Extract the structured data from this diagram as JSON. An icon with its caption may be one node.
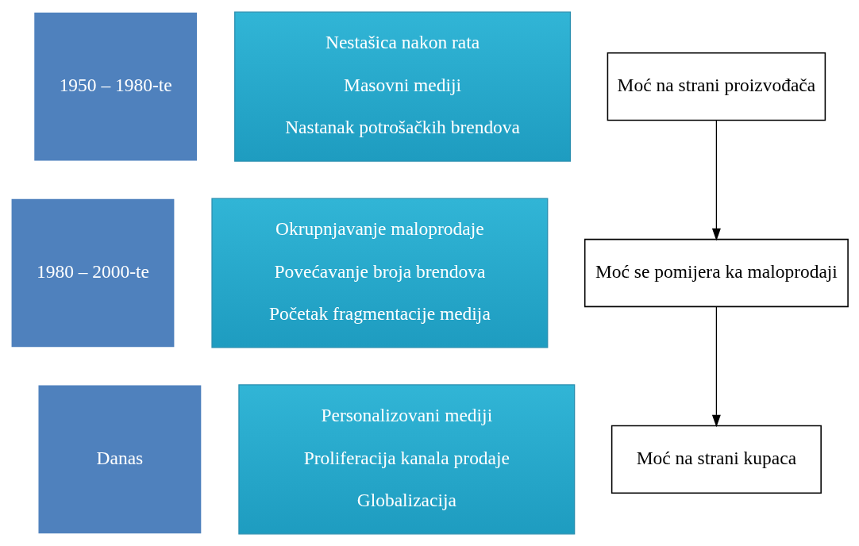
{
  "diagram": {
    "nodes": [
      {
        "text": [
          "1950 – 1980-te"
        ]
      },
      {
        "text": [
          "1980 – 2000-te"
        ]
      },
      {
        "text": [
          "Danas"
        ]
      },
      {
        "text": [
          "Nestašica nakon rata",
          "Masovni mediji",
          "Nastanak potrošačkih brendova"
        ]
      },
      {
        "text": [
          "Okrupnjavanje maloprodaje",
          "Povećavanje broja brendova",
          "Početak fragmentacije medija"
        ]
      },
      {
        "text": [
          "Personalizovani mediji",
          "Proliferacija kanala prodaje",
          "Globalizacija"
        ]
      },
      {
        "text": [
          "Moć na strani proizvođača"
        ]
      },
      {
        "text": [
          "Moć se pomijera ka maloprodaji"
        ]
      },
      {
        "text": [
          "Moć na strani kupaca"
        ]
      }
    ],
    "edges": [
      {
        "from": 6,
        "to": 7,
        "arrow": "to"
      },
      {
        "from": 7,
        "to": 8,
        "arrow": "to"
      }
    ]
  }
}
